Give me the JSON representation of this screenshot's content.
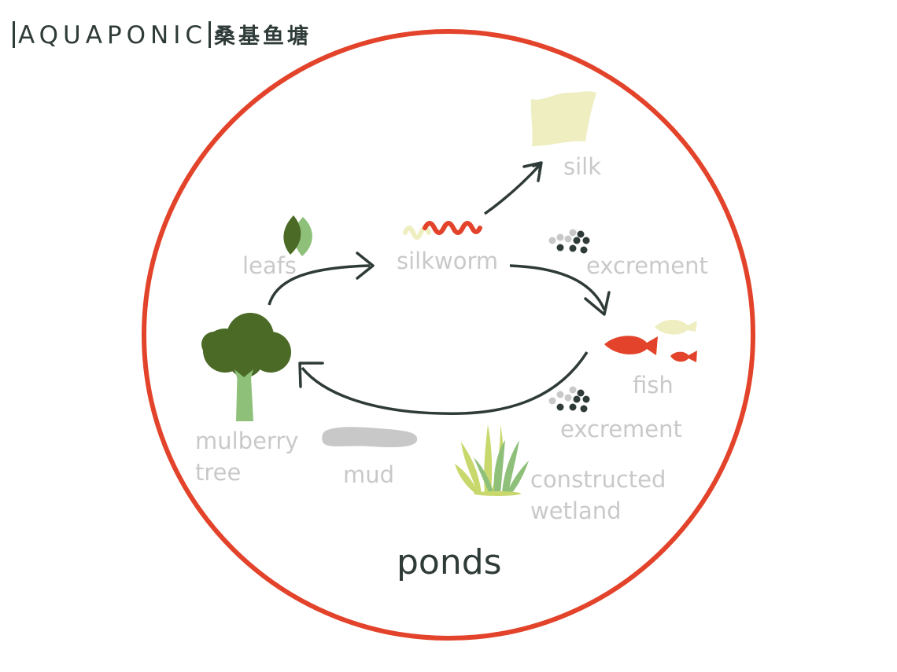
{
  "header": {
    "title_en": "AQUAPONIC",
    "title_cn": "桑基鱼塘"
  },
  "labels": {
    "silk": "silk",
    "silkworm": "silkworm",
    "leafs": "leafs",
    "excrement_top": "excrement",
    "fish": "fish",
    "excrement_bottom": "excrement",
    "mulberry_line1": "mulberry",
    "mulberry_line2": "tree",
    "mud": "mud",
    "wetland_line1": "constructed",
    "wetland_line2": "wetland",
    "ponds": "ponds"
  },
  "colors": {
    "circle": "#e2432a",
    "arrow": "#2f3b38",
    "label": "#c9c9c9",
    "tree_dark": "#4a6a26",
    "tree_light": "#8fc07a",
    "silk": "#eeeec0",
    "fish_red": "#e2432a",
    "mud": "#c8c8c8"
  }
}
